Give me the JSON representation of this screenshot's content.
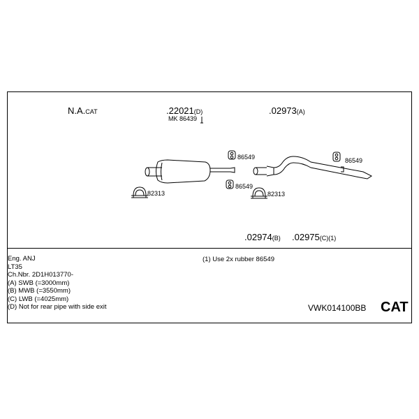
{
  "header_labels": {
    "na_cat_prefix": "N.A.",
    "na_cat_suffix": "CAT",
    "part_22021_num": ".22021",
    "part_22021_suffix": "(D)",
    "mk_ref": "MK 86439",
    "part_02973_num": ".02973",
    "part_02973_suffix": "(A)"
  },
  "callouts": {
    "clamp_86549_top": "86549",
    "clamp_86549_mid": "86549",
    "clamp_86549_right": "86549",
    "clamp_82313_left": "82313",
    "clamp_82313_right": "82313"
  },
  "lower_labels": {
    "part_02974_num": ".02974",
    "part_02974_suffix": "(B)",
    "part_02975_num": ".02975",
    "part_02975_suffix": "(C)(1)"
  },
  "notes": {
    "lines": [
      "Eng. ANJ",
      "LT35",
      "Ch.Nbr. 2D1H013770-",
      "(A) SWB (=3000mm)",
      "(B) MWB (=3550mm)",
      "(C) LWB (=4025mm)",
      "(D) Not for rear pipe with side exit"
    ],
    "footnote": "(1) Use 2x rubber 86549"
  },
  "footer": {
    "code": "VWK014100BB",
    "badge": "CAT"
  }
}
